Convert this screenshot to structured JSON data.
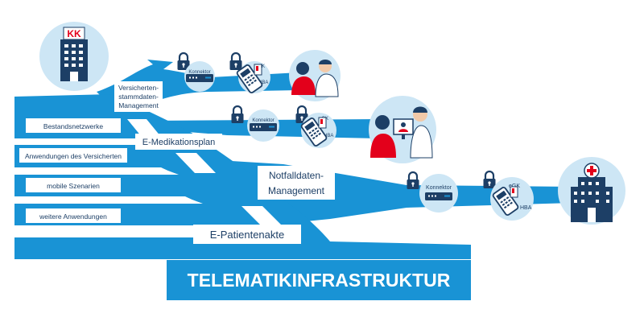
{
  "colors": {
    "road": "#1993d5",
    "navy": "#1d3f66",
    "circle": "#cde6f5",
    "white": "#ffffff",
    "red": "#e3001b"
  },
  "insurer": {
    "badge": "KK"
  },
  "labels": {
    "versicherten": [
      "Versicherten-",
      "stammdaten-",
      "Management"
    ],
    "medikationsplan": "E-Medikationsplan",
    "notfall": [
      "Notfalldaten-",
      "Management"
    ],
    "patientenakte": "E-Patientenakte",
    "banner": "TELEMATIKINFRASTRUKTUR"
  },
  "side_labels": [
    "Bestandsnetzwerke",
    "Anwendungen des Versicherten",
    "mobile Szenarien",
    "weitere Anwendungen"
  ],
  "stations": [
    {
      "connector": "Konnektor",
      "egk": "eGK",
      "hba": "HBA"
    },
    {
      "connector": "Konnektor",
      "egk": "eGK",
      "hba": "HBA"
    },
    {
      "connector": "Konnektor",
      "egk": "eGK",
      "hba": "HBA"
    }
  ],
  "icons": {
    "insurer": "insurance-building-icon",
    "lock": "padlock-icon",
    "connector": "connector-device-icon",
    "card_terminal": "card-terminal-icon",
    "consultation": "doctor-patient-icon",
    "telemedicine": "telemedicine-screen-icon",
    "hospital": "hospital-icon"
  }
}
